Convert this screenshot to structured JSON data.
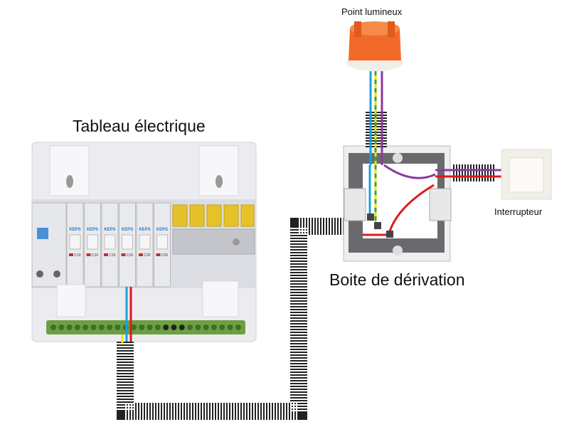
{
  "labels": {
    "light": "Point lumineux",
    "panel": "Tableau électrique",
    "switch": "Interrupteur",
    "junction_box": "Boite de dérivation"
  },
  "breakers": {
    "brand": "KEPS",
    "ratings": [
      "C10",
      "C10",
      "C16",
      "C16",
      "C20",
      "C20"
    ]
  },
  "colors": {
    "phase": "#e01818",
    "neutral": "#1aa0e0",
    "earth_yellow": "#f2e200",
    "earth_green": "#3aa23a",
    "return": "#8a3aa0",
    "light_box": "#f26a2a",
    "earth_bar": "#6ca040",
    "conduit": "#222222"
  }
}
